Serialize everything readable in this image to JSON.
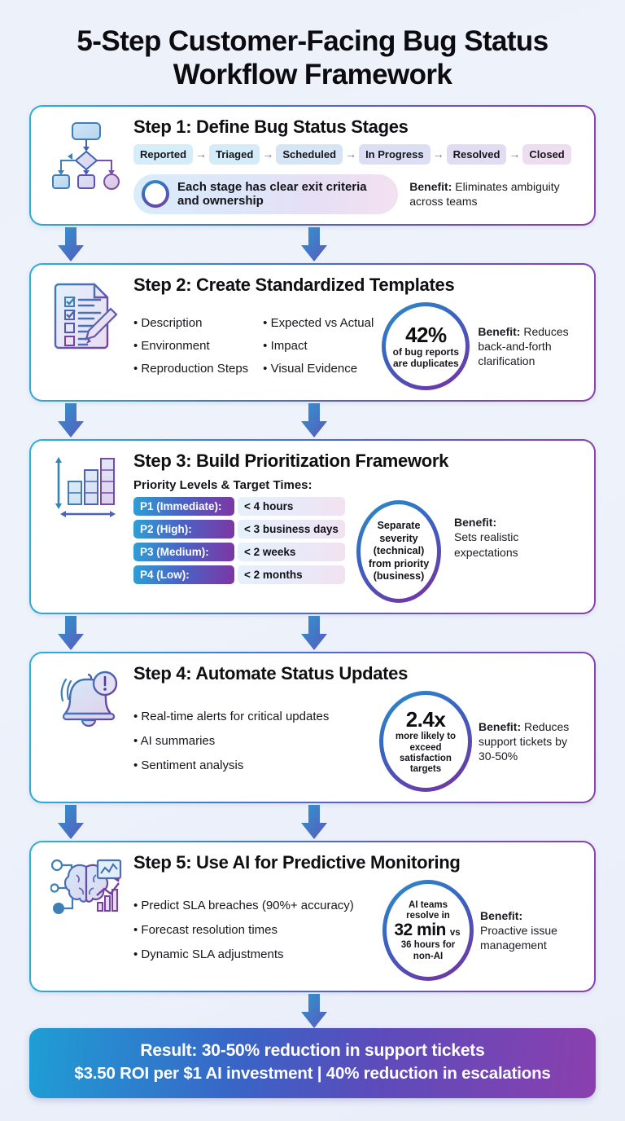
{
  "title": "5-Step Customer-Facing Bug Status Workflow Framework",
  "title_line1": "5-Step Customer-Facing Bug Status",
  "title_line2": "Workflow Framework",
  "colors": {
    "background": "#eef2fa",
    "accent_blue": "#2a8fc9",
    "accent_indigo": "#3d5fc0",
    "accent_purple": "#7b2f9e",
    "card_bg": "#ffffff",
    "arrow": "#4a6fc0"
  },
  "steps": [
    {
      "icon": "flowchart-icon",
      "title": "Step 1: Define Bug Status Stages",
      "stages": [
        "Reported",
        "Triaged",
        "Scheduled",
        "In Progress",
        "Resolved",
        "Closed"
      ],
      "stage_arrow": "→",
      "callout": "Each stage has clear exit criteria and ownership",
      "benefit_label": "Benefit:",
      "benefit_text": "Eliminates ambiguity across teams"
    },
    {
      "icon": "checklist-pencil-icon",
      "title": "Step 2: Create Standardized Templates",
      "bullets_col1": [
        "• Description",
        "• Environment",
        "• Reproduction Steps"
      ],
      "bullets_col2": [
        "• Expected vs Actual",
        "• Impact",
        "• Visual Evidence"
      ],
      "stat_big": "42%",
      "stat_sub_line1": "of bug reports",
      "stat_sub_line2": "are duplicates",
      "benefit_label": "Benefit:",
      "benefit_text": "Reduces back-and-forth clarification"
    },
    {
      "icon": "bar-chart-axes-icon",
      "title": "Step 3: Build Prioritization Framework",
      "subhead": "Priority Levels & Target Times:",
      "priorities": [
        {
          "label": "P1 (Immediate):",
          "value": "< 4 hours"
        },
        {
          "label": "P2 (High):",
          "value": "< 3 business days"
        },
        {
          "label": "P3 (Medium):",
          "value": "< 2 weeks"
        },
        {
          "label": "P4 (Low):",
          "value": "< 2 months"
        }
      ],
      "oval_text": "Separate severity (technical) from priority (business)",
      "benefit_label": "Benefit:",
      "benefit_text": "Sets realistic expectations"
    },
    {
      "icon": "bell-alert-icon",
      "title": "Step 4: Automate Status Updates",
      "bullets": [
        "• Real-time alerts for critical updates",
        "• AI summaries",
        "• Sentiment analysis"
      ],
      "stat_big": "2.4x",
      "stat_sub_line1": "more likely to",
      "stat_sub_line2": "exceed",
      "stat_sub_line3": "satisfaction",
      "stat_sub_line4": "targets",
      "benefit_label": "Benefit:",
      "benefit_text": "Reduces support tickets by 30-50%"
    },
    {
      "icon": "ai-brain-analytics-icon",
      "title": "Step 5: Use AI for Predictive Monitoring",
      "bullets": [
        "• Predict SLA breaches (90%+ accuracy)",
        "• Forecast resolution times",
        "• Dynamic SLA adjustments"
      ],
      "stat_line1": "AI teams",
      "stat_line2": "resolve in",
      "stat_big": "32 min",
      "stat_big_suffix": "vs",
      "stat_line3": "36 hours for",
      "stat_line4": "non-AI",
      "benefit_label": "Benefit:",
      "benefit_text": "Proactive issue management"
    }
  ],
  "result": {
    "line1": "Result: 30-50% reduction in support tickets",
    "line2": "$3.50 ROI per $1 AI investment | 40% reduction in escalations"
  }
}
